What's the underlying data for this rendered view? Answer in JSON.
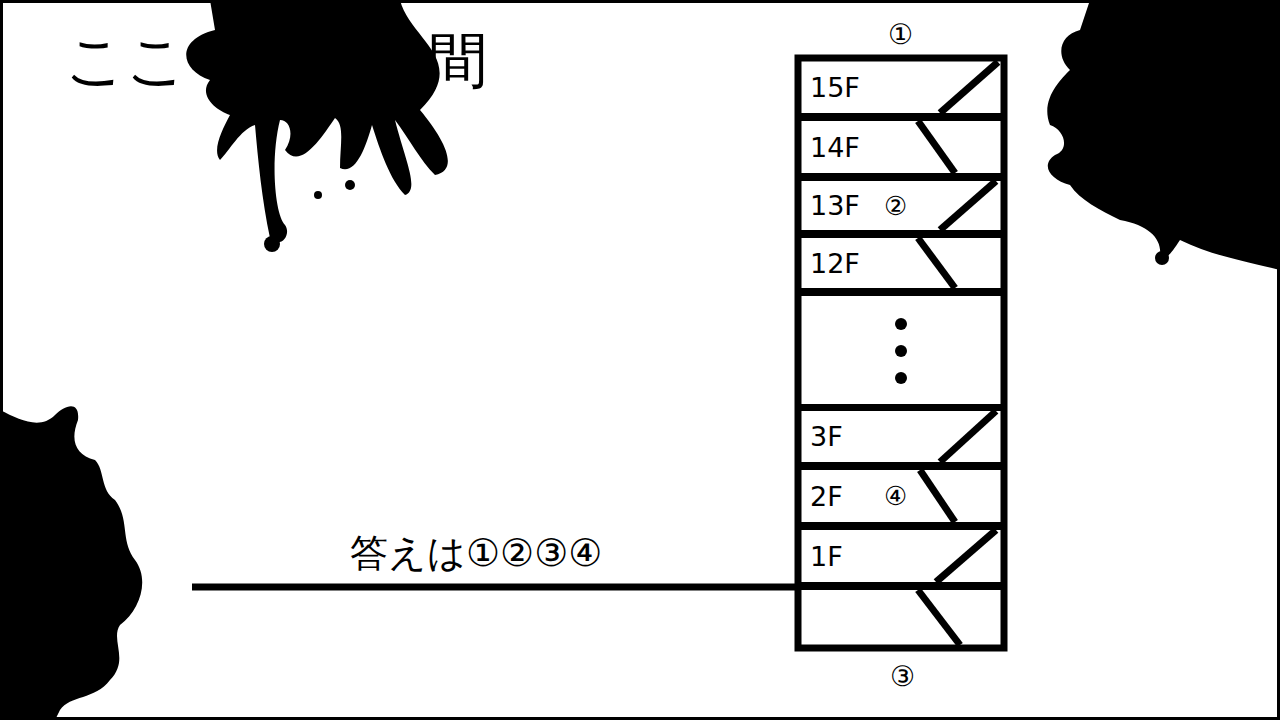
{
  "diagram": {
    "title": "ここ　　　の間",
    "nodes": [
      {
        "text": [
          "15F"
        ]
      },
      {
        "text": [
          "14F"
        ]
      },
      {
        "text": [
          "13F",
          "②"
        ]
      },
      {
        "text": [
          "12F"
        ]
      },
      {
        "text": [
          "3F"
        ]
      },
      {
        "text": [
          "2F",
          "④"
        ]
      },
      {
        "text": [
          "1F"
        ]
      }
    ],
    "labels": [
      "①",
      "③",
      "答えは①②③④"
    ]
  }
}
